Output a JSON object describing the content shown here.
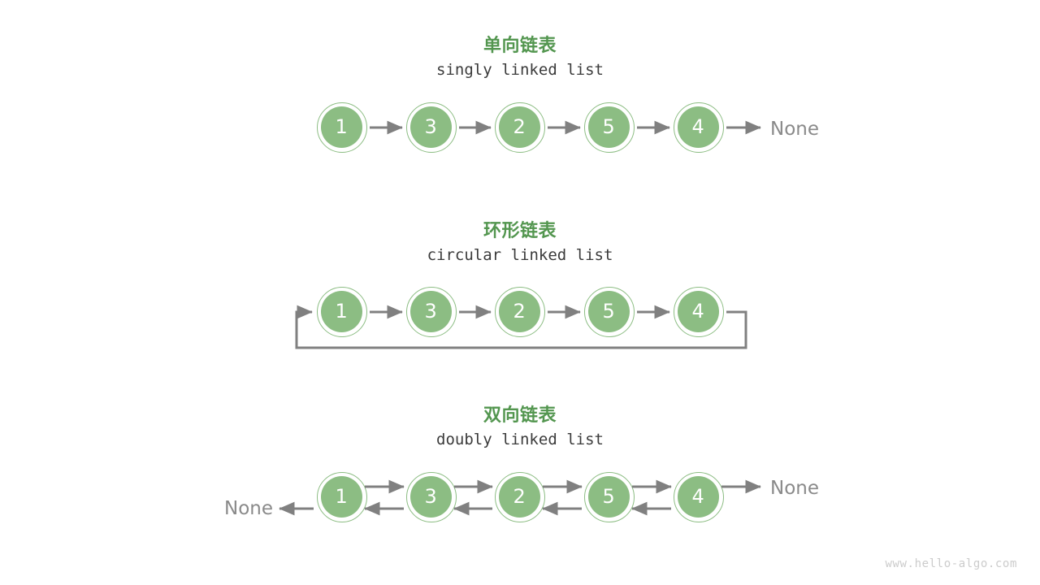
{
  "page": {
    "background": "#ffffff",
    "watermark": "www.hello-algo.com"
  },
  "colors": {
    "title_green": "#53964f",
    "node_green": "#8cbd83",
    "arrow_gray": "#808080",
    "none_gray": "#8a8a8a",
    "subtitle_gray": "#3b3b3b",
    "watermark_gray": "#cccccc",
    "node_value_text": "#ffffff"
  },
  "sections": [
    {
      "id": "singly",
      "title": "单向链表",
      "subtitle": "singly linked list",
      "nodes": [
        "1",
        "3",
        "2",
        "5",
        "4"
      ],
      "tail_label": "None",
      "head_label": "",
      "has_forward_arrows": true,
      "has_backward_arrows": false,
      "has_loop_back": false
    },
    {
      "id": "circular",
      "title": "环形链表",
      "subtitle": "circular linked list",
      "nodes": [
        "1",
        "3",
        "2",
        "5",
        "4"
      ],
      "tail_label": "",
      "head_label": "",
      "has_forward_arrows": true,
      "has_backward_arrows": false,
      "has_loop_back": true
    },
    {
      "id": "doubly",
      "title": "双向链表",
      "subtitle": "doubly linked list",
      "nodes": [
        "1",
        "3",
        "2",
        "5",
        "4"
      ],
      "tail_label": "None",
      "head_label": "None",
      "has_forward_arrows": true,
      "has_backward_arrows": true,
      "has_loop_back": false
    }
  ]
}
